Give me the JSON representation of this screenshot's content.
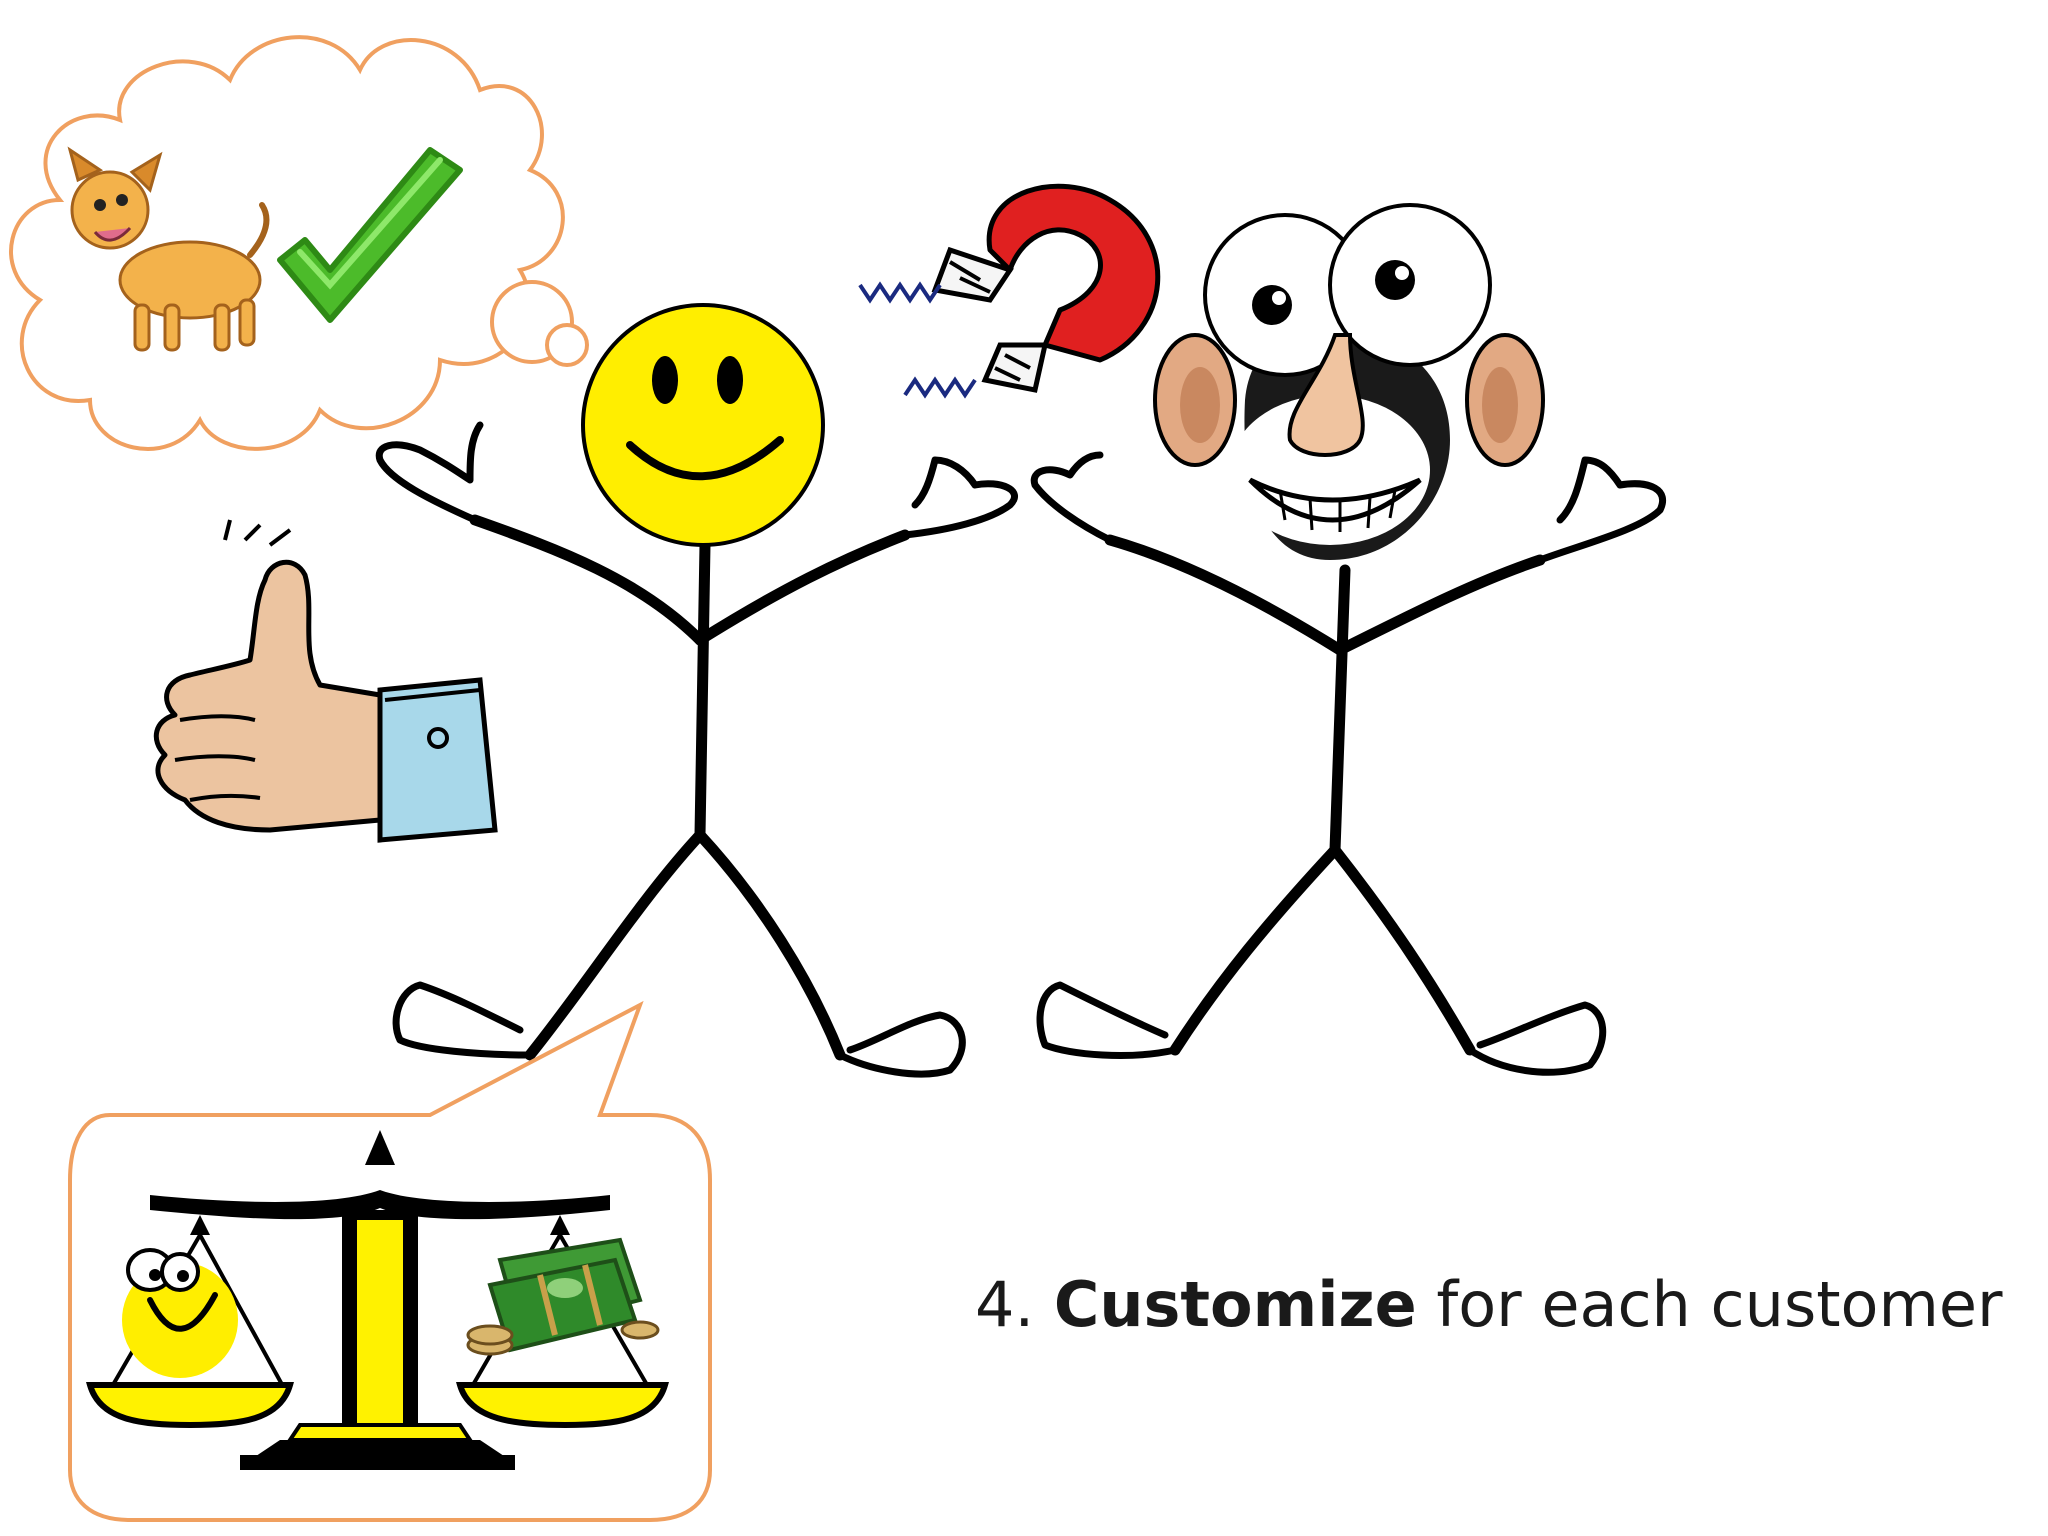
{
  "slide": {
    "caption": {
      "number": "4.",
      "keyword": "Customize",
      "rest": "for each customer"
    },
    "colors": {
      "bubble_outline": "#f0a060",
      "smiley_yellow": "#ffee00",
      "magnet_red": "#e02020",
      "check_green": "#4cbb2a",
      "dog_orange": "#f3b24b",
      "stick_black": "#000000"
    },
    "icons": [
      "thought-bubble",
      "dog-icon",
      "green-checkmark-icon",
      "smiley-face-icon",
      "horseshoe-magnet-icon",
      "cartoon-face-big-eyes-ears",
      "thumbs-up-icon",
      "speech-bubble",
      "balance-scale-icon",
      "money-stack-icon",
      "stick-figure-left",
      "stick-figure-right"
    ]
  }
}
